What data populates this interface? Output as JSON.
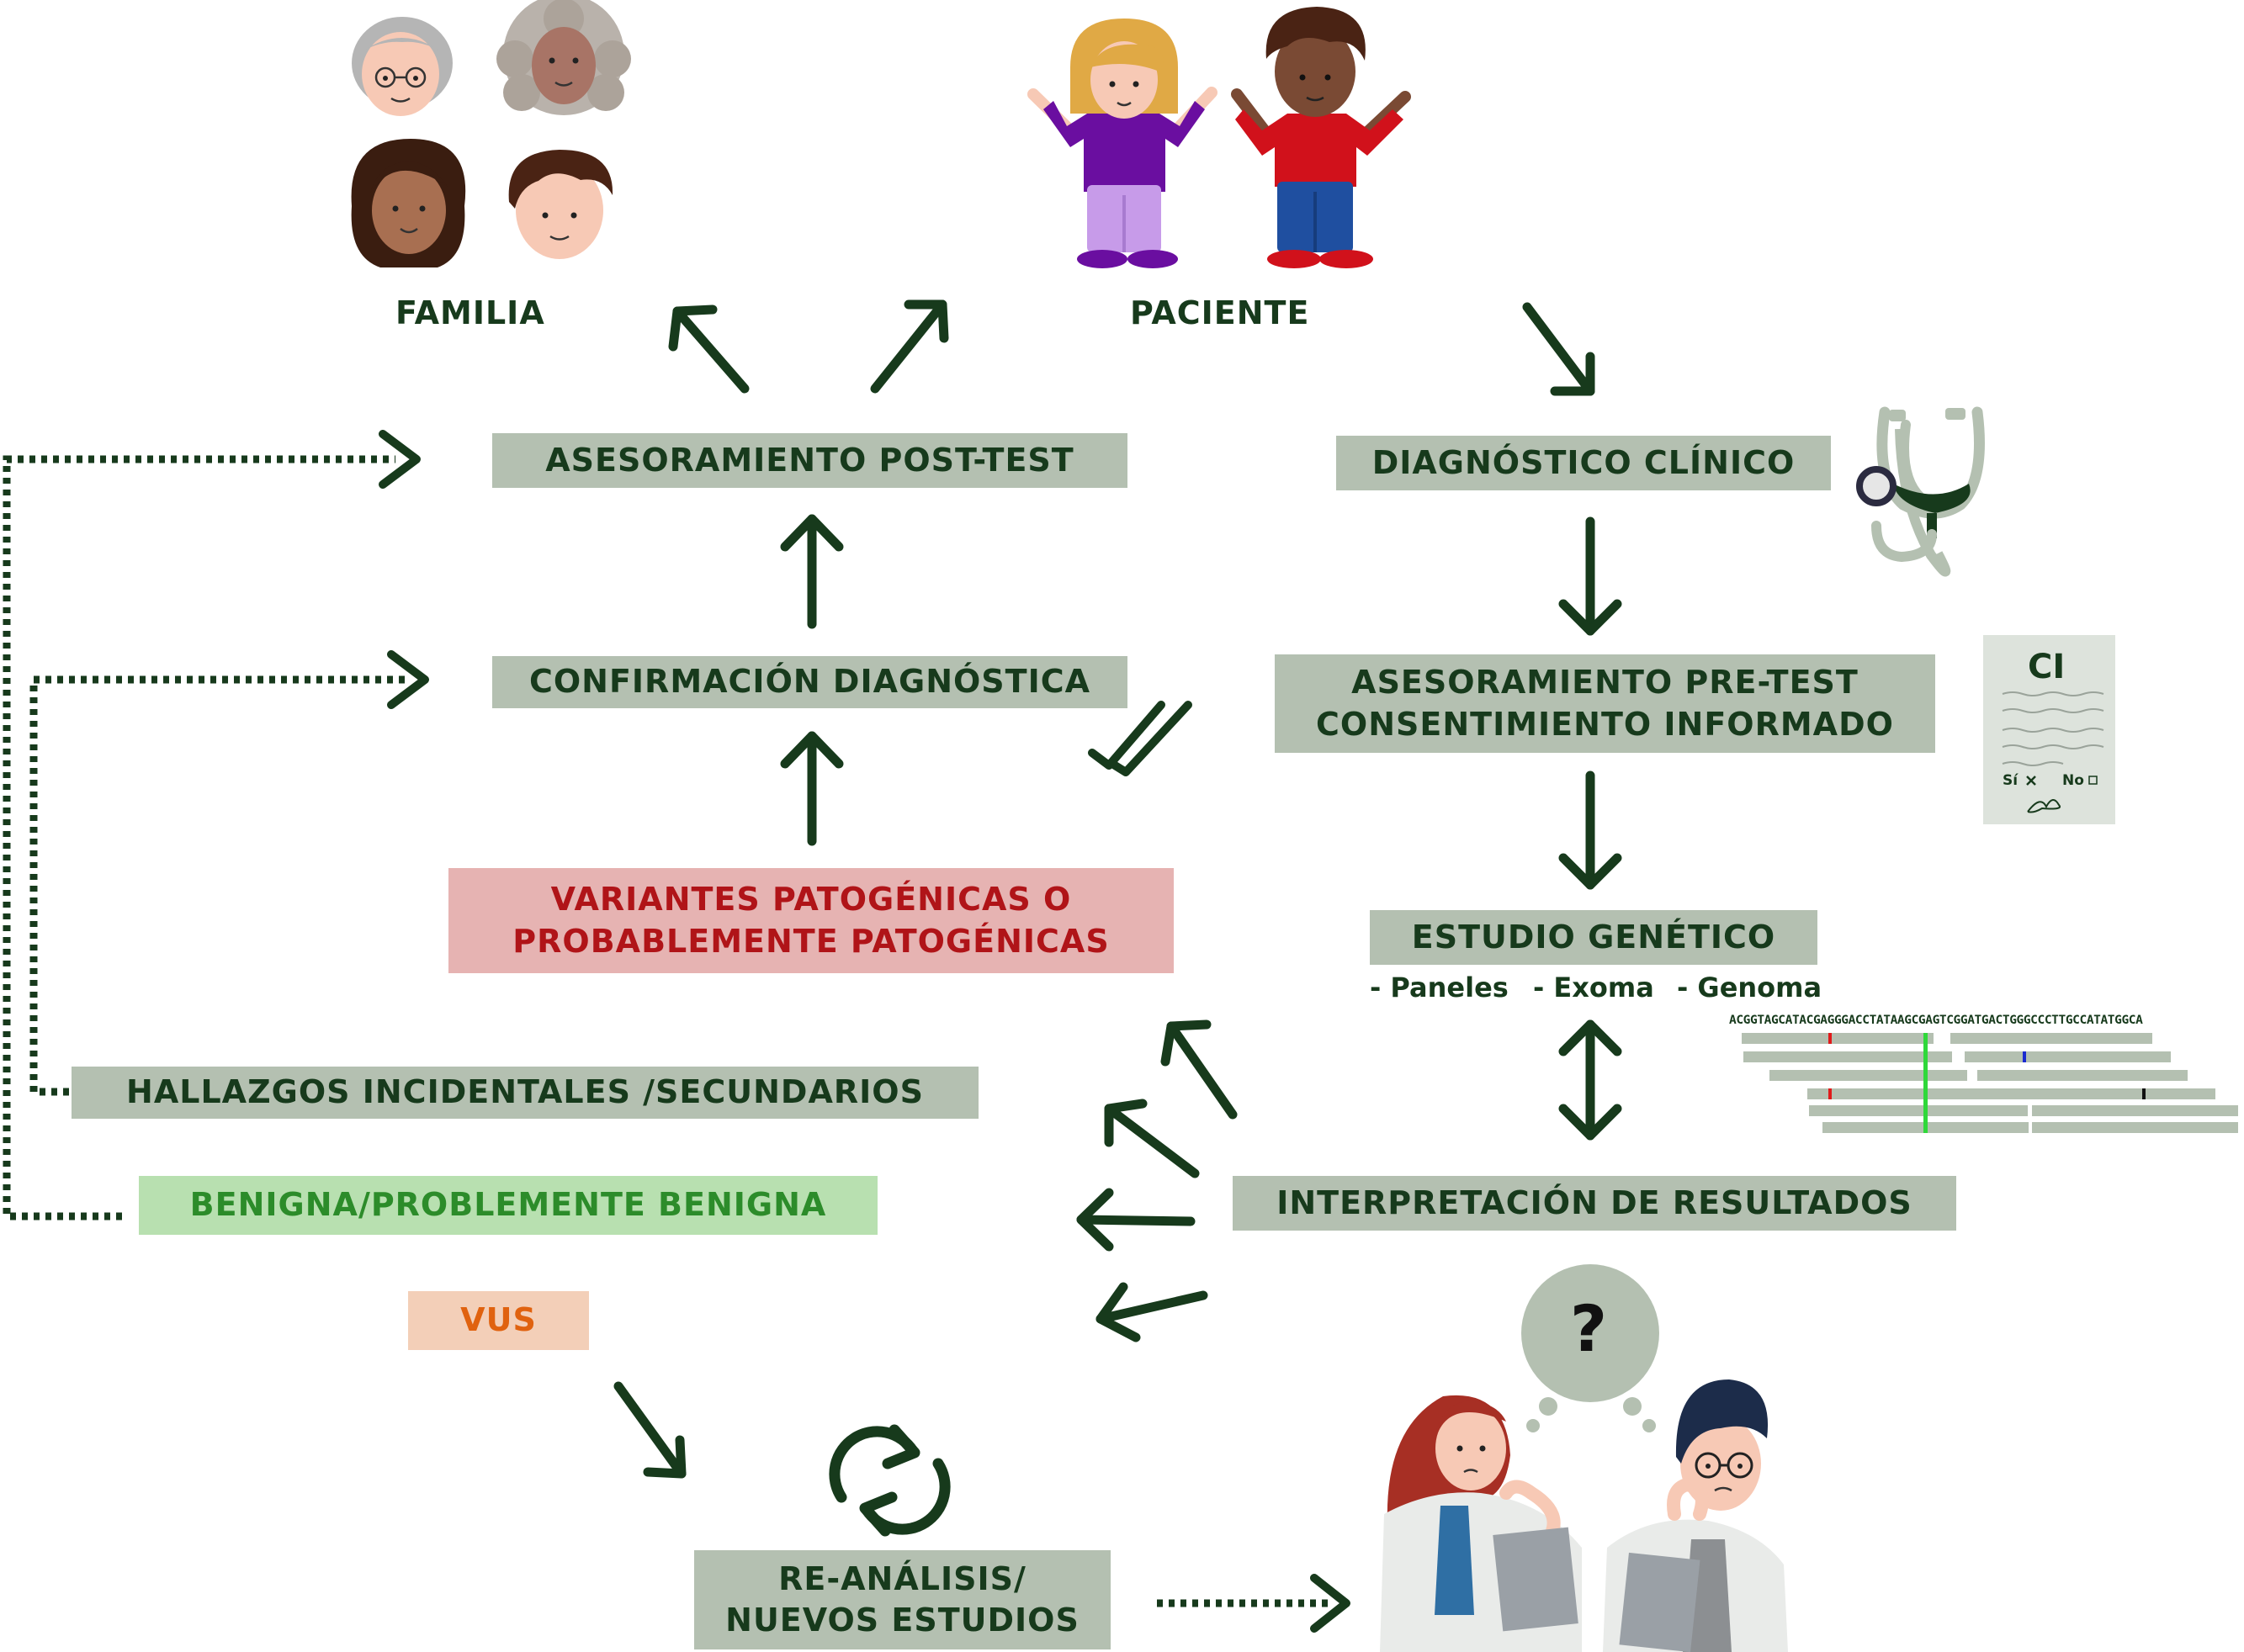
{
  "people": {
    "family_label": "FAMILIA",
    "patient_label": "PACIENTE"
  },
  "steps": {
    "post_test": "ASESORAMIENTO POST-TEST",
    "clinical_diagnosis": "DIAGNÓSTICO CLÍNICO",
    "confirmation": "CONFIRMACIÓN DIAGNÓSTICA",
    "pre_test_line1": "ASESORAMIENTO PRE-TEST",
    "pre_test_line2": "CONSENTIMIENTO INFORMADO",
    "genetic_study": "ESTUDIO GENÉTICO",
    "genetic_study_options": [
      "- Paneles",
      "- Exoma",
      "- Genoma"
    ],
    "interpretation": "INTERPRETACIÓN DE RESULTADOS",
    "reanalysis_line1": "RE-ANÁLISIS/",
    "reanalysis_line2": "NUEVOS ESTUDIOS"
  },
  "results": {
    "pathogenic_line1": "VARIANTES PATOGÉNICAS O",
    "pathogenic_line2": "PROBABLEMENTE PATOGÉNICAS",
    "incidental": "HALLAZGOS INCIDENTALES /SECUNDARIOS",
    "benign": "BENIGNA/PROBLEMENTE BENIGNA",
    "vus": "VUS"
  },
  "consent_form": {
    "title": "CI",
    "yes": "Sí",
    "no": "No"
  },
  "dna_sequence": "ACGGTAGCATACGAGGGACCTATAAGCGAGTCGGATGACTGGGCCCTTGCCATATGGCA",
  "question_mark": "?",
  "colors": {
    "dark_green": "#173a1c",
    "box_gray": "#b4c0b1",
    "pathogenic_bg": "#e6b3b2",
    "pathogenic_text": "#b01418",
    "benign_bg": "#b8e0b0",
    "benign_text": "#2c8c2a",
    "vus_bg": "#f3cfb8",
    "vus_text": "#e0620f"
  },
  "icons": [
    "family-faces-icon",
    "children-icon",
    "stethoscope-icon",
    "consent-form-icon",
    "dna-reads-icon",
    "double-check-icon",
    "refresh-cycle-icon",
    "doctors-thinking-icon"
  ]
}
